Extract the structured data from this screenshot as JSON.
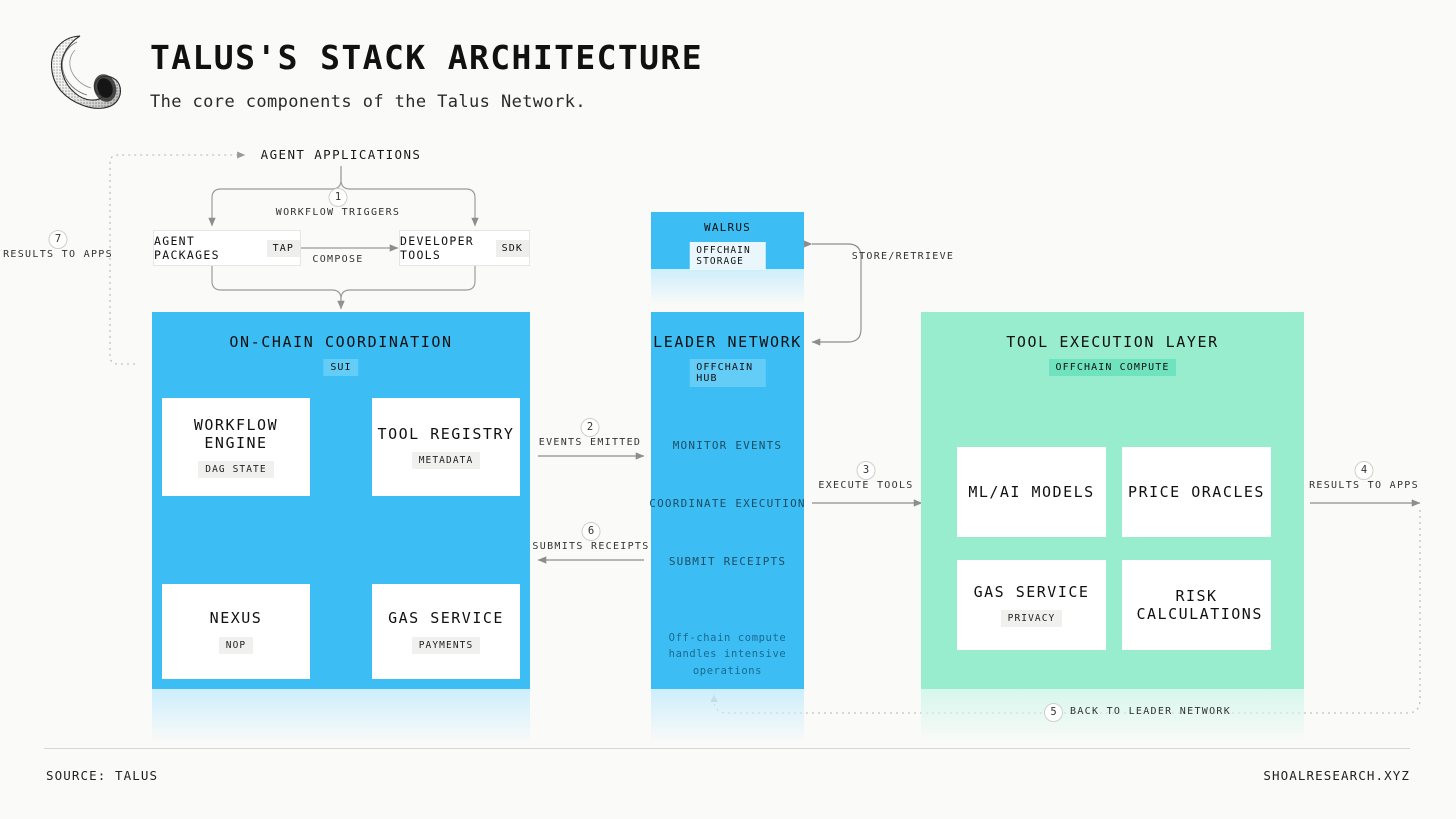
{
  "header": {
    "title": "TALUS'S STACK ARCHITECTURE",
    "subtitle": "The core components of the Talus Network.",
    "logo_icon": "snail-shell-icon"
  },
  "footer": {
    "source": "SOURCE: TALUS",
    "site": "SHOALRESEARCH.XYZ"
  },
  "top": {
    "agent_applications": "AGENT APPLICATIONS",
    "workflow_triggers": {
      "num": "1",
      "label": "WORKFLOW TRIGGERS"
    },
    "compose": "COMPOSE",
    "boxes": [
      {
        "name": "AGENT PACKAGES",
        "tag": "TAP"
      },
      {
        "name": "DEVELOPER TOOLS",
        "tag": "SDK"
      }
    ]
  },
  "panels": {
    "onchain": {
      "title": "ON-CHAIN COORDINATION",
      "badge": "SUI",
      "cards": [
        {
          "name": "WORKFLOW ENGINE",
          "tag": "DAG STATE"
        },
        {
          "name": "TOOL REGISTRY",
          "tag": "METADATA"
        },
        {
          "name": "NEXUS",
          "tag": "NOP"
        },
        {
          "name": "GAS SERVICE",
          "tag": "PAYMENTS"
        }
      ]
    },
    "walrus": {
      "title": "WALRUS",
      "badge": "OFFCHAIN STORAGE"
    },
    "leader": {
      "title": "LEADER NETWORK",
      "badge": "OFFCHAIN HUB",
      "steps": [
        "MONITOR EVENTS",
        "COORDINATE EXECUTION",
        "SUBMIT RECEIPTS"
      ],
      "note": "Off-chain compute handles intensive operations"
    },
    "tools": {
      "title": "TOOL EXECUTION LAYER",
      "badge": "OFFCHAIN COMPUTE",
      "cards": [
        {
          "name": "ML/AI MODELS",
          "tag": ""
        },
        {
          "name": "PRICE ORACLES",
          "tag": ""
        },
        {
          "name": "GAS SERVICE",
          "tag": "PRIVACY"
        },
        {
          "name": "RISK CALCULATIONS",
          "tag": ""
        }
      ]
    }
  },
  "flows": {
    "store_retrieve": "STORE/RETRIEVE",
    "events_emitted": {
      "num": "2",
      "label": "EVENTS EMITTED"
    },
    "execute_tools": {
      "num": "3",
      "label": "EXECUTE TOOLS"
    },
    "results_to_apps_right": {
      "num": "4",
      "label": "RESULTS TO APPS"
    },
    "back_to_leader": {
      "num": "5",
      "label": "BACK TO LEADER NETWORK"
    },
    "submits_receipts": {
      "num": "6",
      "label": "SUBMITS RECEIPTS"
    },
    "results_to_apps_left": {
      "num": "7",
      "label": "RESULTS TO APPS"
    }
  },
  "colors": {
    "blue": "#3CBEF5",
    "green": "#97EDCD",
    "bg": "#FAFAF8",
    "ink": "#111111"
  }
}
